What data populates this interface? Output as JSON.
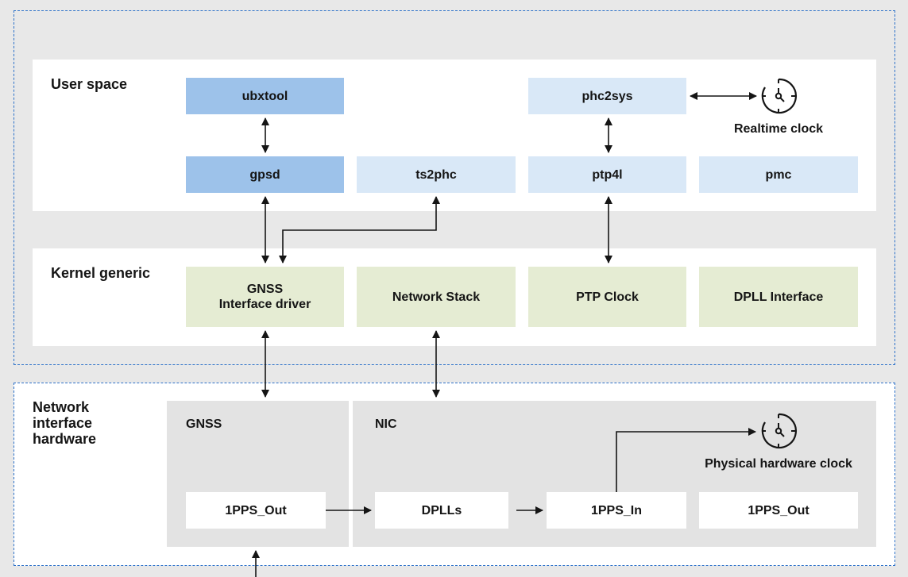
{
  "sections": {
    "user_space": "User space",
    "kernel_generic": "Kernel generic",
    "network_hardware": "Network\ninterface\nhardware"
  },
  "user_space": {
    "ubxtool": "ubxtool",
    "gpsd": "gpsd",
    "ts2phc": "ts2phc",
    "phc2sys": "phc2sys",
    "ptp4l": "ptp4l",
    "pmc": "pmc",
    "realtime_clock": "Realtime clock"
  },
  "kernel": {
    "gnss_driver": "GNSS\nInterface driver",
    "network_stack": "Network Stack",
    "ptp_clock": "PTP Clock",
    "dpll_interface": "DPLL Interface"
  },
  "hardware": {
    "gnss_label": "GNSS",
    "nic_label": "NIC",
    "gnss_1pps_out": "1PPS_Out",
    "dplls": "DPLLs",
    "nic_1pps_in": "1PPS_In",
    "nic_1pps_out": "1PPS_Out",
    "physical_clock": "Physical hardware clock"
  },
  "colors": {
    "user_space_dark": "#9dc2ea",
    "user_space_light": "#d9e8f7",
    "kernel": "#e5ecd3",
    "region_border": "#2e72c9"
  },
  "icons": {
    "realtime_clock": "clock-icon",
    "physical_clock": "clock-icon"
  }
}
